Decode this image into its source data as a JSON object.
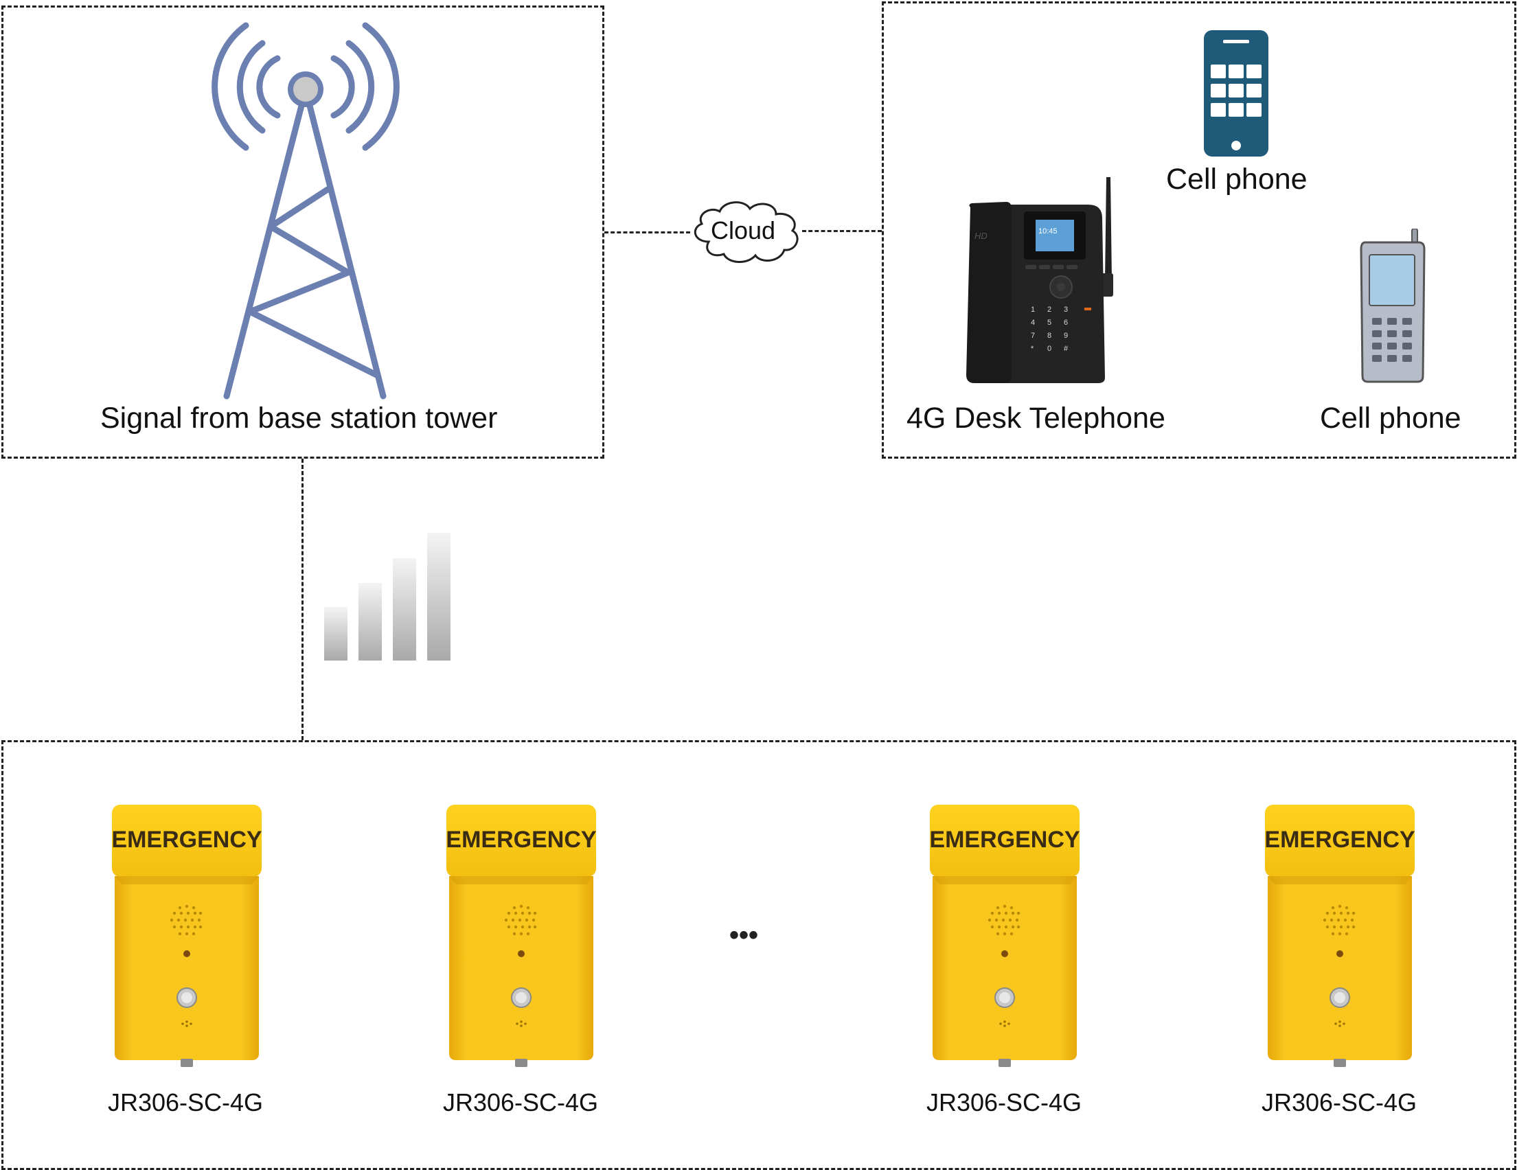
{
  "tower_section": {
    "label": "Signal from base station tower"
  },
  "cloud": {
    "label": "Cloud"
  },
  "endpoints": {
    "smartphone_label": "Cell phone",
    "desk_phone_label": "4G Desk Telephone",
    "feature_phone_label": "Cell phone",
    "desk_phone_screen_text": "10:45"
  },
  "terminals": {
    "ellipsis": "•••",
    "items": [
      {
        "sign": "EMERGENCY",
        "model": "JR306-SC-4G"
      },
      {
        "sign": "EMERGENCY",
        "model": "JR306-SC-4G"
      },
      {
        "sign": "EMERGENCY",
        "model": "JR306-SC-4G"
      },
      {
        "sign": "EMERGENCY",
        "model": "JR306-SC-4G"
      }
    ]
  },
  "colors": {
    "tower": "#6b7fb0",
    "smartphone": "#1f5a78",
    "terminal_yellow": "#f6c218",
    "dashed_line": "#222222"
  },
  "icons": [
    "radio-tower-icon",
    "cloud-icon",
    "smartphone-icon",
    "desk-telephone-icon",
    "feature-phone-icon",
    "signal-bars-icon"
  ]
}
